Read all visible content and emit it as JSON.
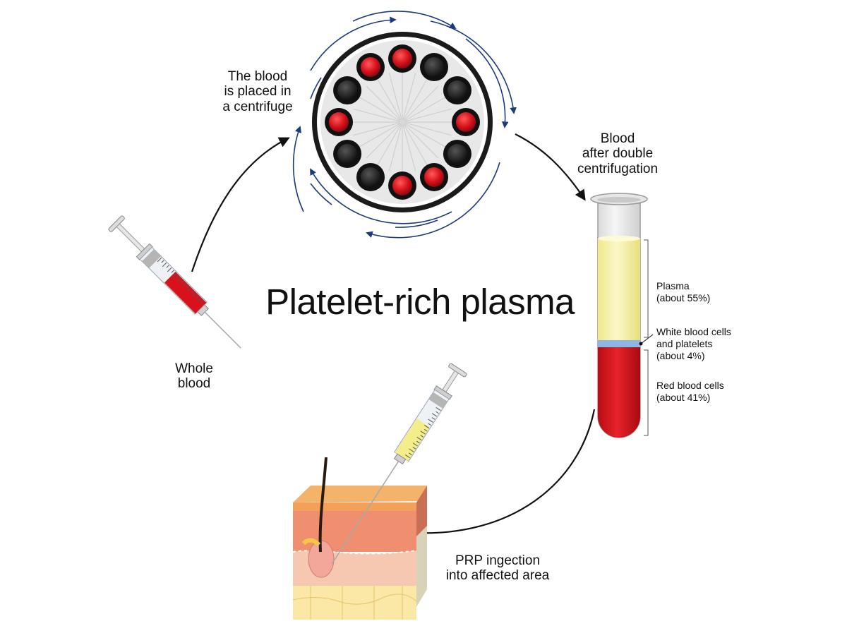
{
  "title": "Platelet-rich plasma",
  "steps": {
    "centrifuge": [
      "The blood",
      "is placed in",
      "a centrifuge"
    ],
    "double": [
      "Blood",
      "after double",
      "centrifugation"
    ],
    "whole": [
      "Whole",
      "blood"
    ],
    "injection": [
      "PRP ingection",
      "into affected area"
    ]
  },
  "layers": {
    "plasma": [
      "Plasma",
      "(about 55%)"
    ],
    "white": [
      "White blood cells",
      "and platelets",
      "(about 4%)"
    ],
    "red": [
      "Red blood cells",
      "(about 41%)"
    ]
  },
  "colors": {
    "blood_red": "#d8121c",
    "plasma_yellow": "#f7f3a6",
    "buffy_blue": "#8fb6e3",
    "arrow_navy": "#1d3a7a",
    "skin_tan": "#f0a070"
  }
}
